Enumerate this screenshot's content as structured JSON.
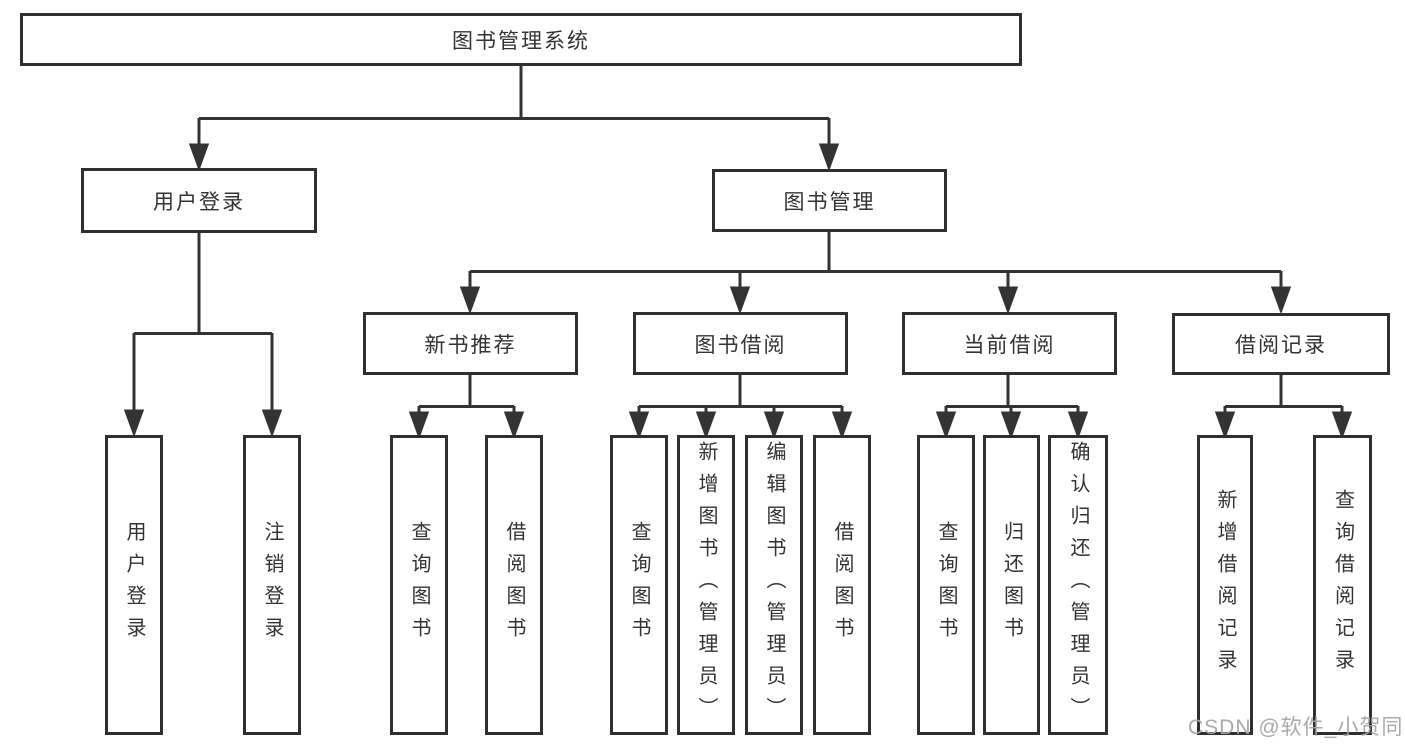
{
  "diagram": {
    "tree": {
      "label": "图书管理系统",
      "children": [
        {
          "label": "用户登录",
          "children": [
            {
              "label": "用户登录"
            },
            {
              "label": "注销登录"
            }
          ]
        },
        {
          "label": "图书管理",
          "children": [
            {
              "label": "新书推荐",
              "children": [
                {
                  "label": "查询图书"
                },
                {
                  "label": "借阅图书"
                }
              ]
            },
            {
              "label": "图书借阅",
              "children": [
                {
                  "label": "查询图书"
                },
                {
                  "label": "新增图书（管理员）"
                },
                {
                  "label": "编辑图书（管理员）"
                },
                {
                  "label": "借阅图书"
                }
              ]
            },
            {
              "label": "当前借阅",
              "children": [
                {
                  "label": "查询图书"
                },
                {
                  "label": "归还图书"
                },
                {
                  "label": "确认归还（管理员）"
                }
              ]
            },
            {
              "label": "借阅记录",
              "children": [
                {
                  "label": "新增借阅记录"
                },
                {
                  "label": "查询借阅记录"
                }
              ]
            }
          ]
        }
      ]
    },
    "watermark": {
      "text": "CSDN @软件_小贺同学"
    },
    "colors": {
      "line": "#333333",
      "border": "#2f2f2f",
      "text": "#333333",
      "background": "#ffffff",
      "watermark": "#a5a5a5"
    }
  }
}
